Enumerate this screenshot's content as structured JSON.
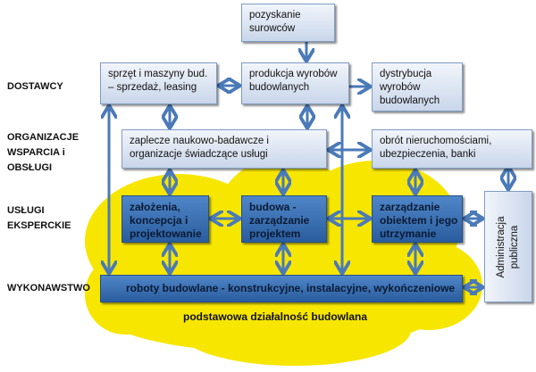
{
  "row_labels": {
    "suppliers": "DOSTAWCY",
    "support": "ORGANIZACJE\nWSPARCIA i\nOBSŁUGI",
    "expert": "USŁUGI\nEKSPERCKIE",
    "execution": "WYKONAWSTWO"
  },
  "boxes": {
    "raw_materials": "pozyskanie\nsurowców",
    "equipment": "sprzęt i maszyny bud.\n– sprzedaż, leasing",
    "production": "produkcja wyrobów\nbudowlanych",
    "distribution": "dystrybucja\nwyrobów\nbudowlanych",
    "research": "zaplecze naukowo-badawcze i\norganizacje świadczące usługi",
    "real_estate": "obrót  nieruchomościami,\nubezpieczenia, banki",
    "design": "założenia,\nkoncepcja i\nprojektowanie",
    "construction_mgmt": "budowa -\nzarządzanie\nprojektem",
    "facility_mgmt": "zarządzanie\nobiektem i jego\nutrzymanie",
    "public_admin": "Administracja\npubliczna",
    "works": "roboty budowlane - konstrukcyjne, instalacyjne, wykończeniowe"
  },
  "cloud_label": "podstawowa działalność budowlana",
  "colors": {
    "cloud": "#f7e600",
    "arrow": "#4a7ab8",
    "light_box": "#dbe4f2",
    "dark_box": "#3a70b4"
  }
}
